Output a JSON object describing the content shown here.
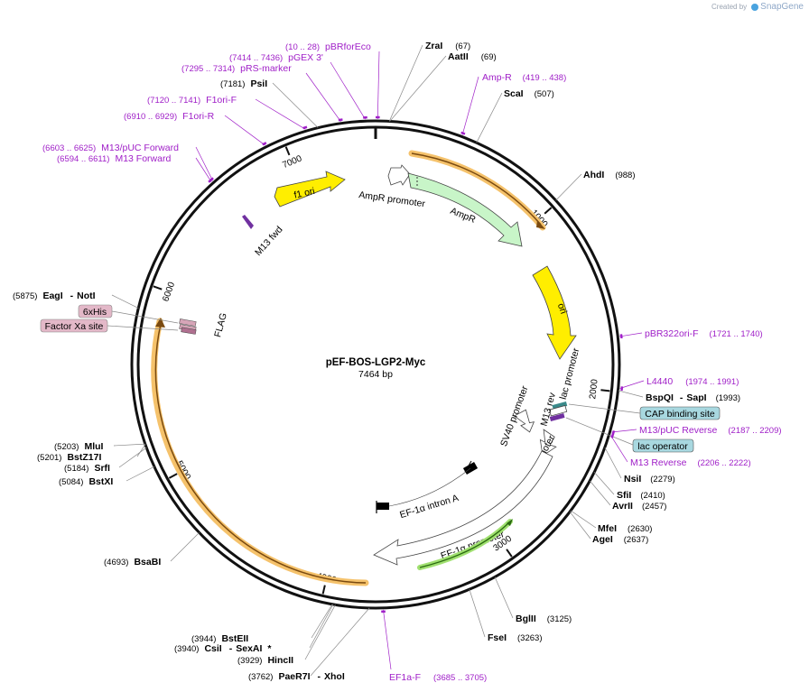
{
  "brand": {
    "prefix": "Created by",
    "name": "SnapGene"
  },
  "plasmid": {
    "name": "pEF-BOS-LGP2-Myc",
    "size": "7464 bp"
  },
  "ticks": [
    "1000",
    "2000",
    "3000",
    "4000",
    "5000",
    "6000",
    "7000"
  ],
  "features": {
    "f1ori": "f1 ori",
    "ampr_promoter": "AmpR promoter",
    "ampr": "AmpR",
    "ori": "ori",
    "lac_promoter": "lac promoter",
    "m13rev": "M13 rev",
    "sv40_promoter_1": "SV40 promoter",
    "sv40_promoter_2": "SV40 promoter",
    "ef1a_intron": "EF-1α intron A",
    "ef1a_promoter": "EF-1α promoter",
    "flag": "FLAG",
    "m13fwd": "M13 fwd"
  },
  "boxed": {
    "his": "6xHis",
    "factor_xa": "Factor Xa site",
    "cap": "CAP binding site",
    "lac_operator": "lac operator"
  },
  "enzymes": {
    "zrai": {
      "name": "ZraI",
      "pos": "(67)"
    },
    "aatii": {
      "name": "AatII",
      "pos": "(69)"
    },
    "scai": {
      "name": "ScaI",
      "pos": "(507)"
    },
    "ahdi": {
      "name": "AhdI",
      "pos": "(988)"
    },
    "bspqi": {
      "name": "BspQI",
      "sep": "-",
      "name2": "SapI",
      "pos": "(1993)"
    },
    "nsii": {
      "name": "NsiI",
      "pos": "(2279)"
    },
    "sfii": {
      "name": "SfiI",
      "pos": "(2410)"
    },
    "avrii": {
      "name": "AvrII",
      "pos": "(2457)"
    },
    "mfei": {
      "name": "MfeI",
      "pos": "(2630)"
    },
    "agei": {
      "name": "AgeI",
      "pos": "(2637)"
    },
    "bglii": {
      "name": "BglII",
      "pos": "(3125)"
    },
    "fsei": {
      "name": "FseI",
      "pos": "(3263)"
    },
    "paer7i": {
      "pos": "(3762)",
      "name": "PaeR7I",
      "sep": "-",
      "name2": "XhoI"
    },
    "hincii": {
      "pos": "(3929)",
      "name": "HincII"
    },
    "csii": {
      "pos": "(3940)",
      "name": "CsiI",
      "sep": "-",
      "name2": "SexAI",
      "mark": "*"
    },
    "bsteii": {
      "pos": "(3944)",
      "name": "BstEII"
    },
    "bsabi": {
      "pos": "(4693)",
      "name": "BsaBI"
    },
    "bstxi": {
      "pos": "(5084)",
      "name": "BstXI"
    },
    "srfi": {
      "pos": "(5184)",
      "name": "SrfI"
    },
    "bstz17i": {
      "pos": "(5201)",
      "name": "BstZ17I"
    },
    "mlui": {
      "pos": "(5203)",
      "name": "MluI"
    },
    "eagi": {
      "pos": "(5875)",
      "name": "EagI",
      "sep": "-",
      "name2": "NotI"
    },
    "psii": {
      "pos": "(7181)",
      "name": "PsiI"
    }
  },
  "primers": {
    "pbrforeco": {
      "pos": "(10 .. 28)",
      "name": "pBRforEco"
    },
    "pgex3": {
      "pos": "(7414 .. 7436)",
      "name": "pGEX 3'"
    },
    "prsmarker": {
      "pos": "(7295 .. 7314)",
      "name": "pRS-marker"
    },
    "f1orif": {
      "pos": "(7120 .. 7141)",
      "name": "F1ori-F"
    },
    "f1orir": {
      "pos": "(6910 .. 6929)",
      "name": "F1ori-R"
    },
    "m13puc_fwd": {
      "pos": "(6603 .. 6625)",
      "name": "M13/pUC Forward"
    },
    "m13fwd": {
      "pos": "(6594 .. 6611)",
      "name": "M13 Forward"
    },
    "ampr": {
      "name": "Amp-R",
      "pos": "(419 .. 438)"
    },
    "pbr322orif": {
      "name": "pBR322ori-F",
      "pos": "(1721 .. 1740)"
    },
    "l4440": {
      "name": "L4440",
      "pos": "(1974 .. 1991)"
    },
    "m13puc_rev": {
      "name": "M13/pUC Reverse",
      "pos": "(2187 .. 2209)"
    },
    "m13rev": {
      "name": "M13 Reverse",
      "pos": "(2206 .. 2222)"
    },
    "ef1af": {
      "name": "EF1a-F",
      "pos": "(3685 .. 3705)"
    }
  },
  "colors": {
    "backbone": "#111111",
    "primer": "#a020c8",
    "yellow": "#ffee00",
    "green_light": "#c8f5c8",
    "orange_glow": "#f5c26b",
    "lime": "#90e070",
    "his_box": "#e3b8c8",
    "cap_box": "#a8d8e0"
  }
}
